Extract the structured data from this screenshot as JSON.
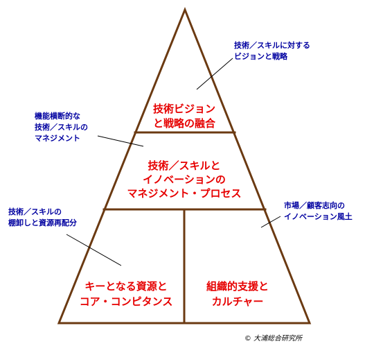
{
  "colors": {
    "structure_line": "#6b3a12",
    "segment_text": "#e60000",
    "annotation_text": "#0000a0",
    "leader_line": "#000000"
  },
  "segments": {
    "apex": [
      "技術ビジョン",
      "と戦略の融合"
    ],
    "middle": [
      "技術／スキルと",
      "イノベーションの",
      "マネジメント・プロセス"
    ],
    "base_left": [
      "キーとなる資源と",
      "コア・コンピタンス"
    ],
    "base_right": [
      "組織的支援と",
      "カルチャー"
    ]
  },
  "annotations": {
    "vision_strategy": [
      "技術／スキルに対する",
      "ビジョンと戦略"
    ],
    "management": [
      "機能横断的な",
      "技術／スキルの",
      "マネジメント"
    ],
    "control_allocation": [
      "技術／スキルの",
      "棚卸しと資源再配分"
    ],
    "market_innovation": [
      "市場／顧客志向の",
      "イノベーション風土"
    ]
  },
  "copyright": "© 大浦総合研究所"
}
